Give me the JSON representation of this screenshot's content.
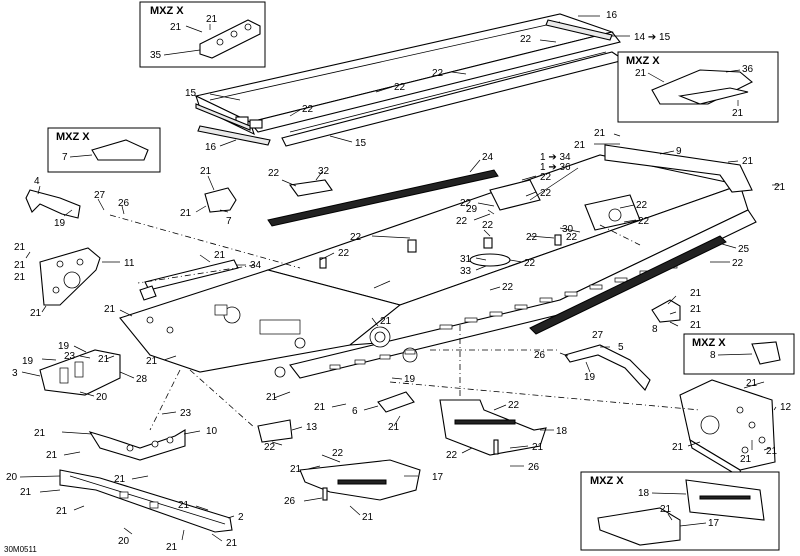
{
  "insets": [
    {
      "title": "MXZ X",
      "labels": [
        "21",
        "21",
        "35"
      ]
    },
    {
      "title": "MXZ X",
      "labels": [
        "21",
        "36",
        "21"
      ]
    },
    {
      "title": "MXZ X",
      "labels": [
        "7"
      ]
    },
    {
      "title": "MXZ X",
      "labels": [
        "8"
      ]
    },
    {
      "title": "MXZ X",
      "labels": [
        "18",
        "21",
        "17"
      ]
    }
  ],
  "callouts": [
    {
      "id": "c16a",
      "text": "16"
    },
    {
      "id": "c1415",
      "text": "14 ➔ 15"
    },
    {
      "id": "c22a",
      "text": "22"
    },
    {
      "id": "c22b",
      "text": "22"
    },
    {
      "id": "c22c",
      "text": "22"
    },
    {
      "id": "c15a",
      "text": "15"
    },
    {
      "id": "c22d",
      "text": "22"
    },
    {
      "id": "c16b",
      "text": "16"
    },
    {
      "id": "c15b",
      "text": "15"
    },
    {
      "id": "c21a",
      "text": "21"
    },
    {
      "id": "c21b",
      "text": "21"
    },
    {
      "id": "c9",
      "text": "9"
    },
    {
      "id": "c21c",
      "text": "21"
    },
    {
      "id": "c21d",
      "text": "21"
    },
    {
      "id": "c134",
      "text": "1 ➔ 34"
    },
    {
      "id": "c136",
      "text": "1 ➔ 36"
    },
    {
      "id": "c24",
      "text": "24"
    },
    {
      "id": "c21e",
      "text": "21"
    },
    {
      "id": "c22e",
      "text": "22"
    },
    {
      "id": "c32",
      "text": "32"
    },
    {
      "id": "c7",
      "text": "7"
    },
    {
      "id": "c21f",
      "text": "21"
    },
    {
      "id": "c4",
      "text": "4"
    },
    {
      "id": "c27a",
      "text": "27"
    },
    {
      "id": "c26a",
      "text": "26"
    },
    {
      "id": "c19a",
      "text": "19"
    },
    {
      "id": "c22f",
      "text": "22"
    },
    {
      "id": "c22g",
      "text": "22"
    },
    {
      "id": "c22h",
      "text": "22"
    },
    {
      "id": "c22i",
      "text": "22"
    },
    {
      "id": "c22j",
      "text": "22"
    },
    {
      "id": "c29",
      "text": "29"
    },
    {
      "id": "c22k",
      "text": "22"
    },
    {
      "id": "c22l",
      "text": "22"
    },
    {
      "id": "c30",
      "text": "30"
    },
    {
      "id": "c22m",
      "text": "22"
    },
    {
      "id": "c22n",
      "text": "22"
    },
    {
      "id": "c22o",
      "text": "22"
    },
    {
      "id": "c25",
      "text": "25"
    },
    {
      "id": "c22p",
      "text": "22"
    },
    {
      "id": "c31",
      "text": "31"
    },
    {
      "id": "c33",
      "text": "33"
    },
    {
      "id": "c22q",
      "text": "22"
    },
    {
      "id": "c22r",
      "text": "22"
    },
    {
      "id": "c21g",
      "text": "21"
    },
    {
      "id": "c21h",
      "text": "21"
    },
    {
      "id": "c21i",
      "text": "21"
    },
    {
      "id": "c11",
      "text": "11"
    },
    {
      "id": "c21j",
      "text": "21"
    },
    {
      "id": "c21k",
      "text": "21"
    },
    {
      "id": "c34",
      "text": "34"
    },
    {
      "id": "c22s",
      "text": "22"
    },
    {
      "id": "c21l",
      "text": "21"
    },
    {
      "id": "c21m",
      "text": "21"
    },
    {
      "id": "c21n",
      "text": "21"
    },
    {
      "id": "c21o",
      "text": "21"
    },
    {
      "id": "c8a",
      "text": "8"
    },
    {
      "id": "c21p",
      "text": "21"
    },
    {
      "id": "c27b",
      "text": "27"
    },
    {
      "id": "c5",
      "text": "5"
    },
    {
      "id": "c26b",
      "text": "26"
    },
    {
      "id": "c19b",
      "text": "19"
    },
    {
      "id": "c19c",
      "text": "19"
    },
    {
      "id": "c23a",
      "text": "23"
    },
    {
      "id": "c19d",
      "text": "19"
    },
    {
      "id": "c21q",
      "text": "21"
    },
    {
      "id": "c3",
      "text": "3"
    },
    {
      "id": "c28",
      "text": "28"
    },
    {
      "id": "c20a",
      "text": "20"
    },
    {
      "id": "c21r",
      "text": "21"
    },
    {
      "id": "c19e",
      "text": "19"
    },
    {
      "id": "c21s",
      "text": "21"
    },
    {
      "id": "c21t",
      "text": "21"
    },
    {
      "id": "c6",
      "text": "6"
    },
    {
      "id": "c21u",
      "text": "21"
    },
    {
      "id": "c22t",
      "text": "22"
    },
    {
      "id": "c18",
      "text": "18"
    },
    {
      "id": "c21v",
      "text": "21"
    },
    {
      "id": "c12",
      "text": "12"
    },
    {
      "id": "c21w",
      "text": "21"
    },
    {
      "id": "c21x",
      "text": "21"
    },
    {
      "id": "c21y",
      "text": "21"
    },
    {
      "id": "c22u",
      "text": "22"
    },
    {
      "id": "c21z",
      "text": "21"
    },
    {
      "id": "c26c",
      "text": "26"
    },
    {
      "id": "c23b",
      "text": "23"
    },
    {
      "id": "c21aa",
      "text": "21"
    },
    {
      "id": "c10",
      "text": "10"
    },
    {
      "id": "c21ab",
      "text": "21"
    },
    {
      "id": "c13",
      "text": "13"
    },
    {
      "id": "c22v",
      "text": "22"
    },
    {
      "id": "c21ac",
      "text": "21"
    },
    {
      "id": "c20b",
      "text": "20"
    },
    {
      "id": "c21ad",
      "text": "21"
    },
    {
      "id": "c21ae",
      "text": "21"
    },
    {
      "id": "c21af",
      "text": "21"
    },
    {
      "id": "c2",
      "text": "2"
    },
    {
      "id": "c20c",
      "text": "20"
    },
    {
      "id": "c21ag",
      "text": "21"
    },
    {
      "id": "c21ah",
      "text": "21"
    },
    {
      "id": "c22w",
      "text": "22"
    },
    {
      "id": "c21ai",
      "text": "21"
    },
    {
      "id": "c17",
      "text": "17"
    },
    {
      "id": "c26d",
      "text": "26"
    },
    {
      "id": "c21aj",
      "text": "21"
    }
  ],
  "catalog_code": "30M0511"
}
